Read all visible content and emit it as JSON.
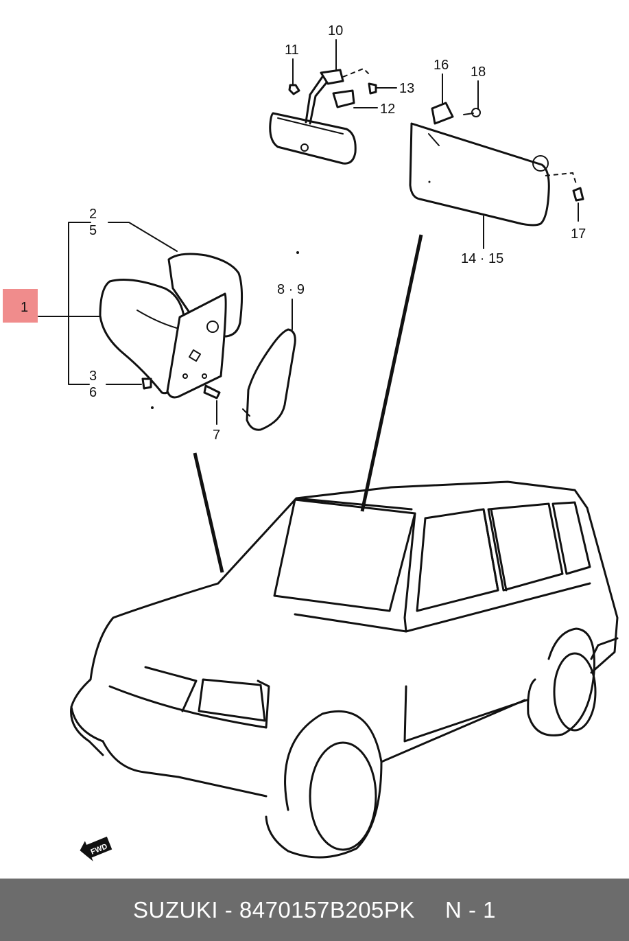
{
  "callouts": {
    "c1": "1",
    "c2_5": "2\n5",
    "c3_6": "3\n6",
    "c7": "7",
    "c8_9": "8 · 9",
    "c10": "10",
    "c11": "11",
    "c12": "12",
    "c13": "13",
    "c14_15": "14 · 15",
    "c16": "16",
    "c17": "17",
    "c18": "18"
  },
  "fwd_badge": "FWD",
  "footer": {
    "part": "SUZUKI - 8470157B205PK",
    "page": "N - 1"
  },
  "highlight_color": "#f08c8c",
  "footer_color": "#6c6c6c"
}
